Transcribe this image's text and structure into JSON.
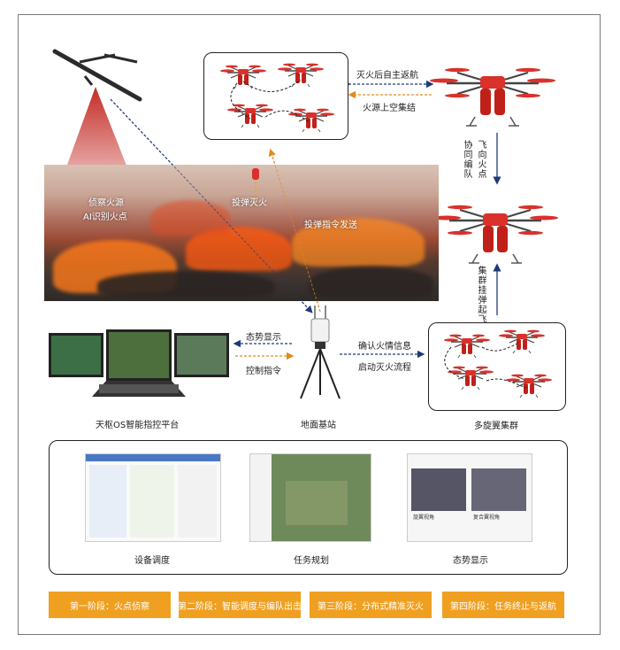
{
  "labels": {
    "detect_fire": "侦察火源",
    "ai_identify": "AI识别火点",
    "drop_fire": "投弹灭火",
    "drop_cmd": "投弹指令发送",
    "return_after": "灭火后自主返航",
    "gather_over": "火源上空集结",
    "fly_to_fire": "飞向火点",
    "formation": "协同编队",
    "swarm_takeoff": "集群挂弹起飞",
    "situation_display": "态势显示",
    "control_cmd": "控制指令",
    "confirm_info": "确认火情信息",
    "start_process": "启动灭火流程",
    "platform": "天枢OS智能指控平台",
    "ground_station": "地面基站",
    "multirotor_swarm": "多旋翼集群"
  },
  "screens": {
    "device_dispatch": "设备调度",
    "mission_plan": "任务规划",
    "situation": "态势显示",
    "rotor_view": "旋翼视角",
    "fixed_view": "复合翼视角"
  },
  "stages": [
    "第一阶段：火点侦察",
    "第二阶段：智能调度与编队出击",
    "第三阶段：分布式精准灭火",
    "第四阶段：任务终止与返航"
  ],
  "colors": {
    "blue_arrow": "#1f3a7a",
    "orange_arrow": "#e08a20",
    "stage_fill": "#f0a020",
    "drone_red": "#d9312b"
  }
}
